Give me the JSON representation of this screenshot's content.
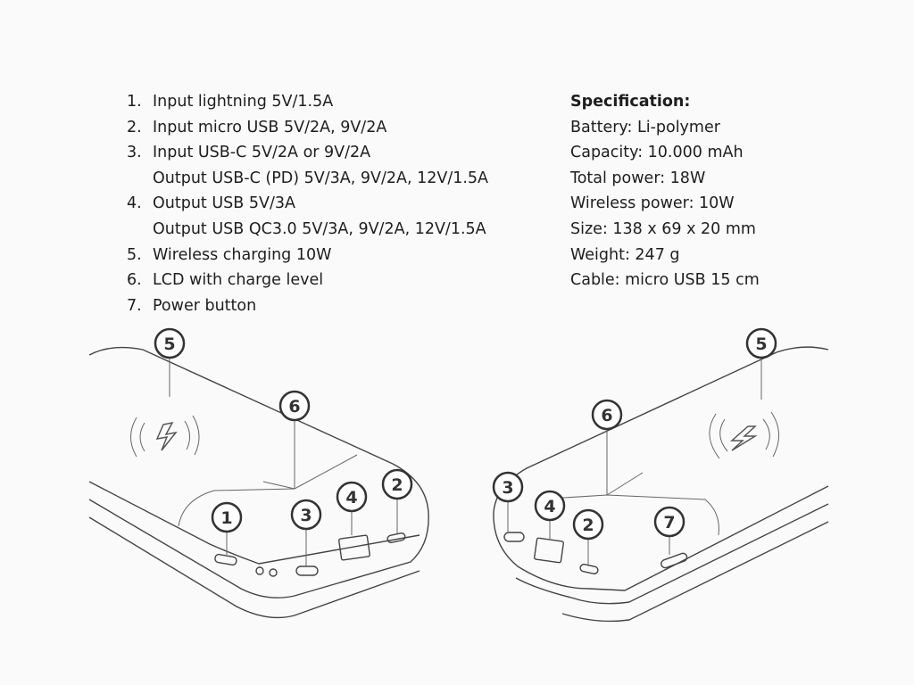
{
  "features": [
    {
      "num": "1.",
      "lines": [
        "Input lightning 5V/1.5A"
      ]
    },
    {
      "num": "2.",
      "lines": [
        "Input micro USB 5V/2A, 9V/2A"
      ]
    },
    {
      "num": "3.",
      "lines": [
        "Input USB-C 5V/2A or 9V/2A",
        "Output USB-C (PD) 5V/3A, 9V/2A, 12V/1.5A"
      ]
    },
    {
      "num": "4.",
      "lines": [
        "Output USB 5V/3A",
        "Output USB QC3.0 5V/3A, 9V/2A, 12V/1.5A"
      ]
    },
    {
      "num": "5.",
      "lines": [
        "Wireless charging 10W"
      ]
    },
    {
      "num": "6.",
      "lines": [
        "LCD with charge level"
      ]
    },
    {
      "num": "7.",
      "lines": [
        "Power button"
      ]
    }
  ],
  "specification": {
    "title": "Specification:",
    "items": [
      "Battery: Li-polymer",
      "Capacity: 10.000 mAh",
      "Total power: 18W",
      "Wireless power: 10W",
      "Size: 138 x 69 x 20 mm",
      "Weight: 247 g",
      "Cable: micro USB 15 cm"
    ]
  },
  "callouts": {
    "left": [
      "5",
      "6",
      "1",
      "3",
      "4",
      "2"
    ],
    "right": [
      "5",
      "6",
      "3",
      "4",
      "2",
      "7"
    ]
  }
}
